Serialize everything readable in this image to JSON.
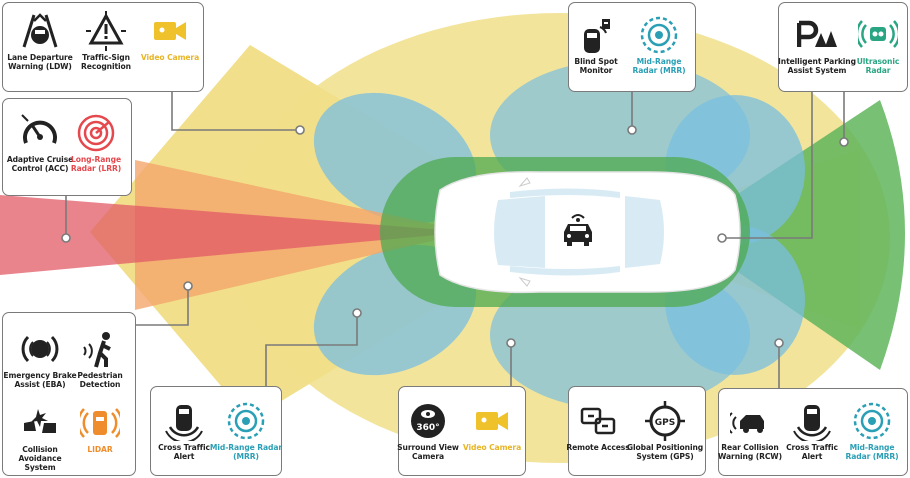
{
  "features": {
    "ldw": "Lane Departure Warning (LDW)",
    "tsr": "Traffic-Sign Recognition",
    "video_camera_front": "Video Camera",
    "acc": "Adaptive Cruise Control (ACC)",
    "lrr": "Long-Range Radar (LRR)",
    "eba": "Emergency Brake Assist (EBA)",
    "pedestrian": "Pedestrian Detection",
    "collision_avoid": "Collision Avoidance System",
    "lidar": "LIDAR",
    "cta_front": "Cross Traffic Alert",
    "mrr_front": "Mid-Range Radar (MRR)",
    "surround_view": "Surround View Camera",
    "video_camera_side": "Video Camera",
    "remote_access": "Remote Access",
    "gps": "Global Positioning System (GPS)",
    "rcw": "Rear Collision Warning (RCW)",
    "cta_rear": "Cross Traffic Alert",
    "mrr_rear": "Mid-Range Radar (MRR)",
    "bsm": "Blind Spot Monitor",
    "mrr_top": "Mid-Range Radar (MRR)",
    "parking": "Intelligent Parking Assist System",
    "ultrasonic": "Ultrasonic Radar"
  },
  "icon_text": {
    "surround_360": "360°",
    "gps_badge": "GPS"
  },
  "colors": {
    "video_yellow": "#f0dc7e",
    "lrr_red": "#e36a72",
    "lidar_orange": "#f2a56a",
    "mrr_blue": "#7cc3e3",
    "ultrasonic_green": "#5fb55c",
    "label_yellow": "#e8b526",
    "label_red": "#e5484d",
    "label_teal": "#2a9fb5",
    "label_green": "#2aa583"
  }
}
